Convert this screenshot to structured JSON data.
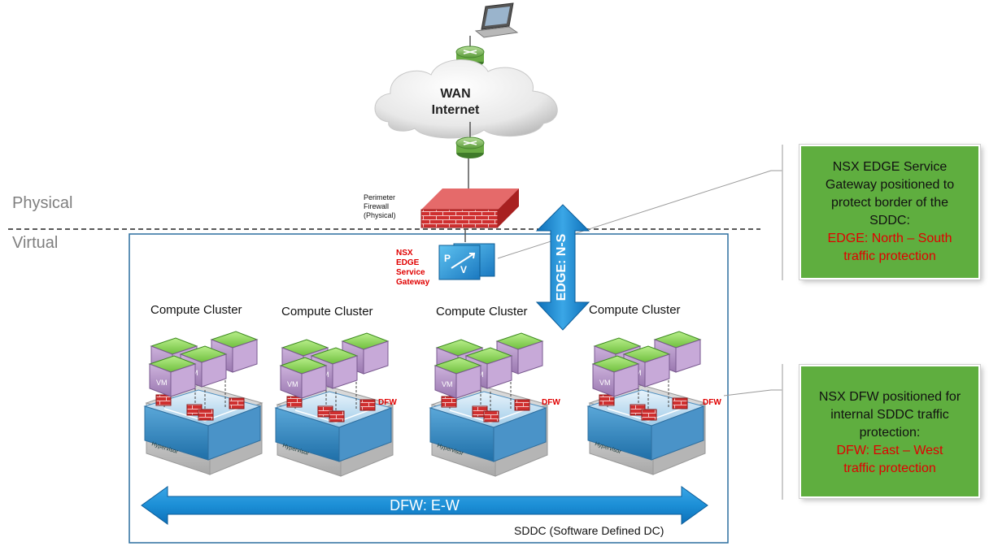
{
  "wan": {
    "line1": "WAN",
    "line2": "Internet"
  },
  "layers": {
    "physical": "Physical",
    "virtual": "Virtual"
  },
  "perimeter_firewall": {
    "line1": "Perimeter",
    "line2": "Firewall",
    "line3": "(Physical)"
  },
  "nsx_edge": {
    "line1": "NSX",
    "line2": "EDGE",
    "line3": "Service",
    "line4": "Gateway"
  },
  "edge_arrow_label": "EDGE: N-S",
  "clusters": [
    {
      "title": "Compute Cluster",
      "dfw": "",
      "hypervisor": "Hypervisor",
      "vm": "VM"
    },
    {
      "title": "Compute Cluster",
      "dfw": "DFW",
      "hypervisor": "Hypervisor",
      "vm": "VM"
    },
    {
      "title": "Compute Cluster",
      "dfw": "DFW",
      "hypervisor": "Hypervisor",
      "vm": "VM"
    },
    {
      "title": "Compute Cluster",
      "dfw": "DFW",
      "hypervisor": "Hypervisor",
      "vm": "VM"
    }
  ],
  "dfw_arrow_label": "DFW: E-W",
  "sddc_label": "SDDC (Software Defined DC)",
  "callout_edge": {
    "line1": "NSX EDGE Service",
    "line2": "Gateway positioned to",
    "line3": "protect border of the",
    "line4": "SDDC:",
    "red1": "EDGE: North – South",
    "red2": "traffic protection"
  },
  "callout_dfw": {
    "line1": "NSX DFW positioned for",
    "line2": "internal SDDC traffic",
    "line3": "protection:",
    "red1": "DFW: East – West",
    "red2": "traffic protection"
  },
  "colors": {
    "callout_green": "#5fae3f",
    "arrow_blue": "#1c8fd6",
    "firewall_red": "#c8282a",
    "vm_purple": "#b896c8"
  }
}
